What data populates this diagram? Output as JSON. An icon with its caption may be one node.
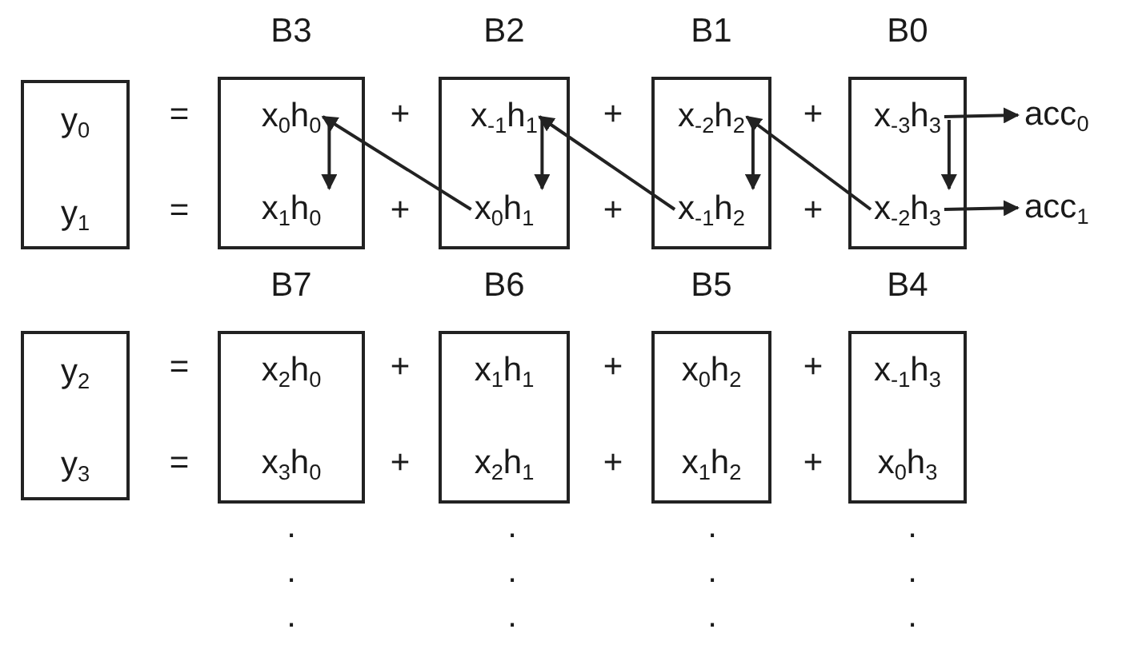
{
  "diagram": {
    "nodes": [
      {
        "text": [
          "y$_{0}$",
          "y$_{1}$"
        ]
      },
      {
        "text": [
          "B3"
        ]
      },
      {
        "text": [
          "x$_{0}$h$_{0}$"
        ],
        "in": 1
      },
      {
        "text": [
          "x$_{1}$h$_{0}$"
        ],
        "in": 1
      },
      {
        "text": [
          "B2"
        ]
      },
      {
        "text": [
          "x$_{-1}$h$_{1}$"
        ],
        "in": 4
      },
      {
        "text": [
          "x$_{0}$h$_{1}$"
        ],
        "in": 4
      },
      {
        "text": [
          "B1"
        ]
      },
      {
        "text": [
          "x$_{-2}$h$_{2}$"
        ],
        "in": 7
      },
      {
        "text": [
          "x$_{-1}$h$_{2}$"
        ],
        "in": 7
      },
      {
        "text": [
          "B0"
        ]
      },
      {
        "text": [
          "x$_{-3}$h$_{3}$"
        ],
        "in": 10
      },
      {
        "text": [
          "x$_{-2}$h$_{3}$"
        ],
        "in": 10
      },
      {
        "text": [
          "acc$_{0}$"
        ]
      },
      {
        "text": [
          "acc$_{1}$"
        ]
      },
      {
        "text": [
          "y$_{2}$",
          "y$_{3}$"
        ]
      },
      {
        "text": [
          "B7"
        ]
      },
      {
        "text": [
          "x$_{2}$h$_{0}$"
        ],
        "in": 16
      },
      {
        "text": [
          "x$_{3}$h$_{0}$"
        ],
        "in": 16
      },
      {
        "text": [
          "B6"
        ]
      },
      {
        "text": [
          "x$_{1}$h$_{1}$"
        ],
        "in": 19
      },
      {
        "text": [
          "x$_{2}$h$_{1}$"
        ],
        "in": 19
      },
      {
        "text": [
          "B5"
        ]
      },
      {
        "text": [
          "x$_{0}$h$_{2}$"
        ],
        "in": 22
      },
      {
        "text": [
          "x$_{1}$h$_{2}$"
        ],
        "in": 22
      },
      {
        "text": [
          "B4"
        ]
      },
      {
        "text": [
          "x$_{-1}$h$_{3}$"
        ],
        "in": 25
      },
      {
        "text": [
          "x$_{0}$h$_{3}$"
        ],
        "in": 25
      }
    ],
    "edges": [
      {
        "from": 2,
        "to": 3,
        "arrow": "to"
      },
      {
        "from": 6,
        "to": 2,
        "arrow": "to"
      },
      {
        "from": 5,
        "to": 6,
        "arrow": "to"
      },
      {
        "from": 9,
        "to": 5,
        "arrow": "to"
      },
      {
        "from": 8,
        "to": 9,
        "arrow": "to"
      },
      {
        "from": 12,
        "to": 8,
        "arrow": "to"
      },
      {
        "from": 11,
        "to": 12,
        "arrow": "to"
      },
      {
        "from": 11,
        "to": 13,
        "arrow": "to"
      },
      {
        "from": 12,
        "to": 14,
        "arrow": "to"
      }
    ],
    "labels": [
      "=",
      "+",
      "+",
      "+",
      "=",
      "+",
      "+",
      "+",
      "=",
      "+",
      "+",
      "+",
      "=",
      "+",
      "+",
      "+",
      ".",
      ".",
      ".",
      ".",
      ".",
      ".",
      ".",
      ".",
      ".",
      ".",
      ".",
      "."
    ]
  }
}
